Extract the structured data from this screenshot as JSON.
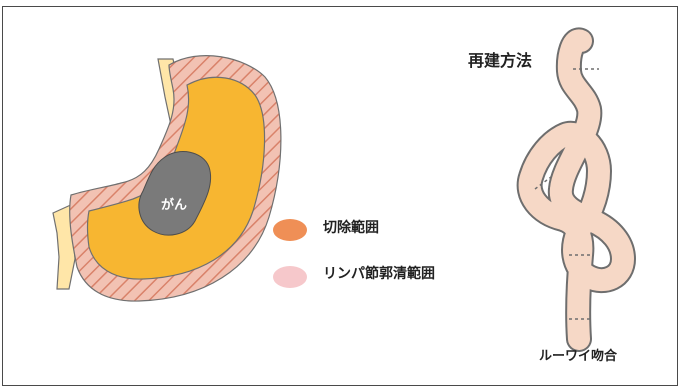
{
  "diagram": {
    "stomach": {
      "tumor_label": "がん",
      "colors": {
        "resection": "#f7b631",
        "lymph": "#f2c2b3",
        "hatch": "#d9826a",
        "tumor": "#7a7a7a",
        "esophagus": "#ffe6a8",
        "duodenum": "#ffe6a8"
      }
    },
    "legend": [
      {
        "label": "切除範囲",
        "color": "#ef8f56"
      },
      {
        "label": "リンパ節郭清範囲",
        "color": "#f6c8cb"
      }
    ],
    "reconstruction": {
      "title": "再建方法",
      "caption": "ルーワイ吻合",
      "intestine_color": "#f6d8c6",
      "outline_color": "#6e6e6e"
    }
  }
}
